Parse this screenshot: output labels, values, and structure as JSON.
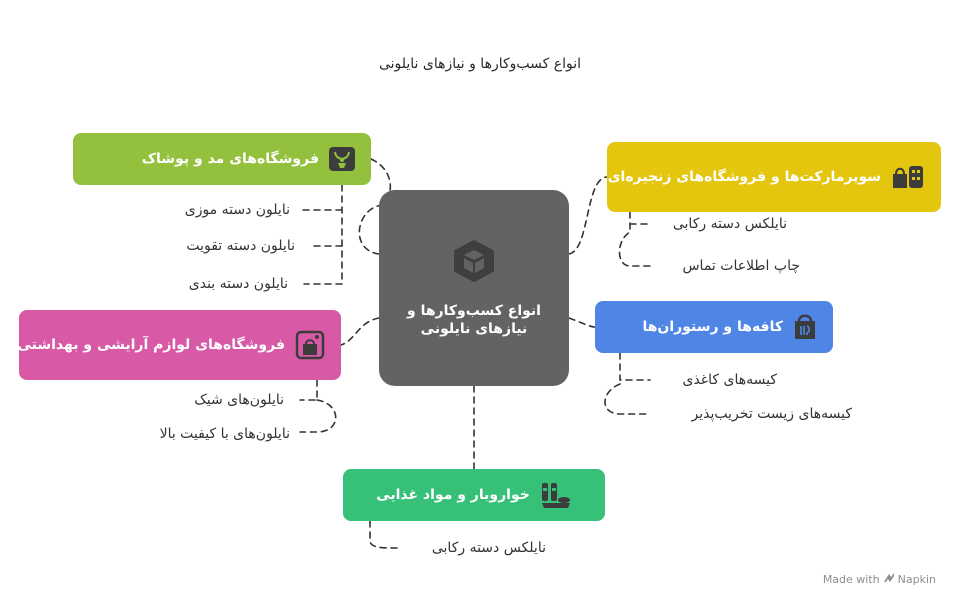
{
  "title": "انواع کسب‌وکارها و نیازهای نایلونی",
  "center": {
    "line1": "انواع کسب‌وکارها و",
    "line2": "نیازهای نایلونی",
    "icon": "cube-icon"
  },
  "branches": {
    "fashion": {
      "label": "فروشگاه‌های مد و پوشاک",
      "icon": "necklace-icon",
      "color": "#93c13e",
      "items": [
        "نایلون دسته موزی",
        "نایلون دسته تقویت",
        "نایلون دسته بندی"
      ]
    },
    "supermarket": {
      "label": "سوپرمارکت‌ها و فروشگاه‌های زنجیره‌ای",
      "icon": "shopping-bag-icon",
      "color": "#e4c60f",
      "items": [
        "نایلکس دسته رکابی",
        "چاپ اطلاعات تماس"
      ]
    },
    "cafe": {
      "label": "کافه‌ها و رستوران‌ها",
      "icon": "food-bag-icon",
      "color": "#4f86e6",
      "items": [
        "کیسه‌های کاغذی",
        "کیسه‌های زیست تخریب‌پذیر"
      ]
    },
    "cosmetics": {
      "label": "فروشگاه‌های لوازم آرایشی و بهداشتی",
      "icon": "cosmetic-bag-icon",
      "color": "#d85aa6",
      "items": [
        "نایلون‌های شیک",
        "نایلون‌های با کیفیت بالا"
      ]
    },
    "food": {
      "label": "خواروبار و مواد غذایی",
      "icon": "groceries-icon",
      "color": "#37c078",
      "items": [
        "نایلکس دسته رکابی"
      ]
    }
  },
  "footer": {
    "made_with": "Made with",
    "brand": "Napkin",
    "icon": "napkin-logo-icon"
  }
}
